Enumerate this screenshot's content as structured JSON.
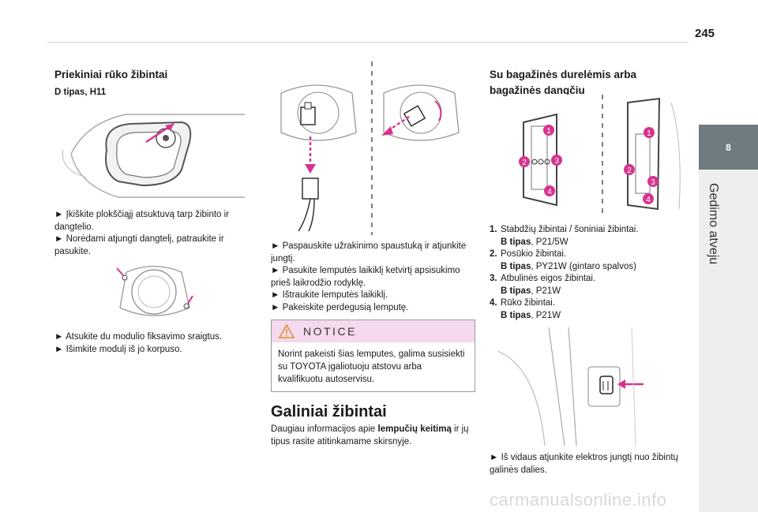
{
  "page_number": "245",
  "chapter_tab": "8",
  "chapter_title": "Gedimo atveju",
  "col1": {
    "heading": "Priekiniai rūko žibintai",
    "subheading": "D tipas, H11",
    "steps_a": [
      "Įkiškite plokščiąjį atsuktuvą tarp žibinto ir dangtelio.",
      "Norėdami atjungti dangtelį, patraukite ir pasukite."
    ],
    "steps_b": [
      "Atsukite du modulio fiksavimo sraigtus.",
      "Išimkite modulį iš jo korpuso."
    ]
  },
  "col2": {
    "steps": [
      "Paspauskite užrakinimo spaustuką ir atjunkite jungtį.",
      "Pasukite lemputės laikiklį ketvirtį apsisukimo prieš laikrodžio rodyklę.",
      "Ištraukite lemputės laikiklį.",
      "Pakeiskite perdegusią lemputę."
    ],
    "notice_label": "NOTICE",
    "notice_text": "Norint pakeisti šias lemputes, galima susisiekti su TOYOTA įgaliotuoju atstovu arba kvalifikuotu autoservisu.",
    "section_title": "Galiniai žibintai",
    "section_text_1": "Daugiau informacijos apie ",
    "section_text_bold": "lempučių keitimą",
    "section_text_2": " ir jų tipus rasite atitinkamame skirsnyje."
  },
  "col3": {
    "heading_line1": "Su bagažinės durelėmis arba",
    "heading_line2": "bagažinės dangčiu",
    "items": [
      {
        "num": "1.",
        "name": "Stabdžių žibintai / šoniniai žibintai.",
        "type_label": "B tipas",
        "type_value": ", P21/5W"
      },
      {
        "num": "2.",
        "name": "Posūkio žibintai.",
        "type_label": "B tipas",
        "type_value": ", PY21W (gintaro spalvos)"
      },
      {
        "num": "3.",
        "name": "Atbulinės eigos žibintai.",
        "type_label": "B tipas",
        "type_value": ", P21W"
      },
      {
        "num": "4.",
        "name": "Rūko žibintai.",
        "type_label": "B tipas",
        "type_value": ", P21W"
      }
    ],
    "final_step": "Iš vidaus atjunkite elektros jungtį nuo žibintų galinės dalies."
  },
  "callouts": [
    "1",
    "2",
    "3",
    "4"
  ],
  "watermark": "carmanualsonline.info",
  "colors": {
    "accent_pink": "#d6338f",
    "tab_gray": "#707b81",
    "notice_bg": "#f5d9ee"
  }
}
